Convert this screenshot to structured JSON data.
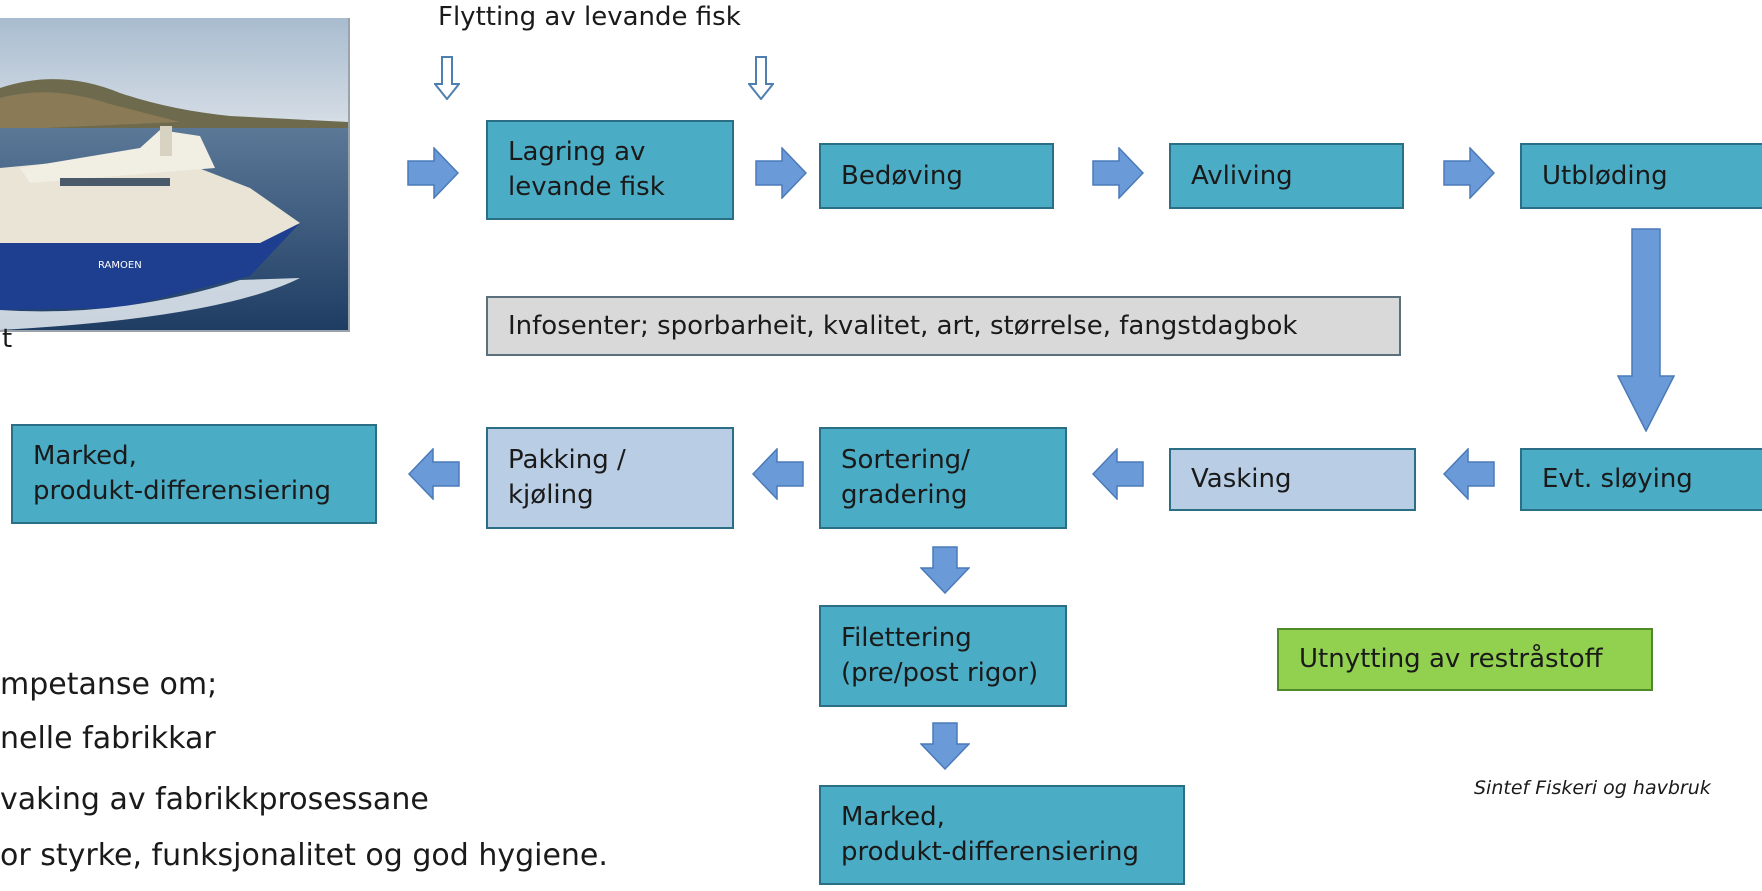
{
  "header_text": "Flytting av levande fisk",
  "photo": {
    "hull_text": "RAMOEN"
  },
  "left_fragment": "t",
  "boxes": {
    "lagring": [
      "Lagring av",
      "levande fisk"
    ],
    "bedoving": [
      "Bedøving"
    ],
    "avliving": [
      "Avliving"
    ],
    "utbloding": [
      "Utbløding"
    ],
    "infosenter": [
      "Infosenter; sporbarheit, kvalitet, art, størrelse, fangstdagbok"
    ],
    "marked_left": [
      "Marked,",
      "produkt-differensiering"
    ],
    "pakking": [
      "Pakking /",
      "kjøling"
    ],
    "sortering": [
      "Sortering/",
      "gradering"
    ],
    "vasking": [
      "Vasking"
    ],
    "sloying": [
      "Evt. sløying"
    ],
    "filettering": [
      "Filettering",
      "(pre/post rigor)"
    ],
    "marked_bottom": [
      "Marked,",
      "produkt-differensiering"
    ],
    "utnytting": [
      "Utnytting av restråstoff"
    ]
  },
  "credit": "Sintef Fiskeri og havbruk",
  "bullets": [
    "mpetanse om;",
    "nelle fabrikkar",
    "vaking av fabrikkprosessane",
    "or styrke, funksjonalitet og god hygiene."
  ],
  "colors": {
    "process_box": "#4bacc6",
    "secondary_box": "#b9cde5",
    "info_box": "#d9d9d9",
    "residual_box": "#92d050",
    "arrow_fill": "#6a9ad8"
  }
}
